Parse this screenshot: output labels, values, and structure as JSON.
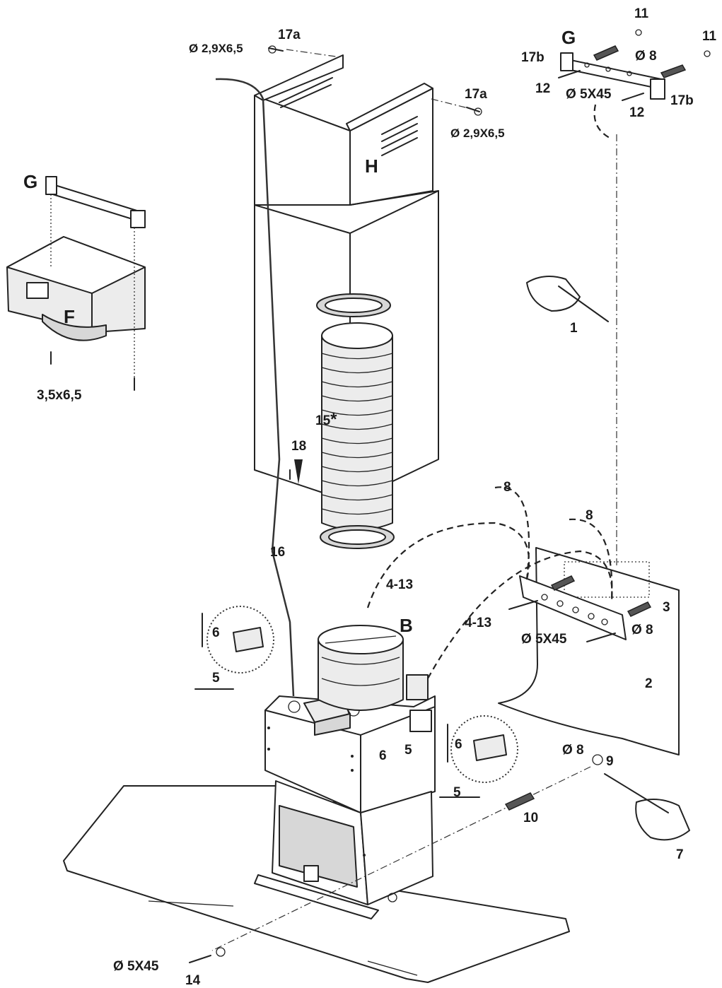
{
  "labels": {
    "screw_17a_top": "Ø 2,9X6,5",
    "ref_17a_top": "17a",
    "ref_17a_right": "17a",
    "screw_17a_right": "Ø 2,9X6,5",
    "chimney_h": "H",
    "bracket_g_top": "G",
    "ref_11_a": "11",
    "ref_11_b": "11",
    "ref_17b_left": "17b",
    "plug_d8_top": "Ø 8",
    "ref_12_left": "12",
    "screw_5x45_top": "Ø 5X45",
    "ref_12_right": "12",
    "ref_17b_right": "17b",
    "bracket_g_left": "G",
    "filter_f": "F",
    "screw_3_5x6_5": "3,5x6,5",
    "ref_1": "1",
    "ref_15": "15",
    "ref_15_star": "*",
    "ref_18": "18",
    "ref_8_a": "8",
    "ref_8_b": "8",
    "ref_16": "16",
    "ref_4_13_a": "4-13",
    "ref_4_13_b": "4-13",
    "motor_b": "B",
    "ref_3": "3",
    "plug_d8_wall": "Ø 8",
    "screw_5x45_wall": "Ø 5X45",
    "ref_2": "2",
    "ref_6_left": "6",
    "ref_5_left": "5",
    "ref_6_mid": "6",
    "ref_5_mid": "5",
    "ref_6_right": "6",
    "ref_5_right": "5",
    "plug_d8_bottom": "Ø 8",
    "ref_9": "9",
    "ref_10": "10",
    "ref_7": "7",
    "screw_5x45_bottom": "Ø 5X45",
    "ref_14": "14"
  }
}
